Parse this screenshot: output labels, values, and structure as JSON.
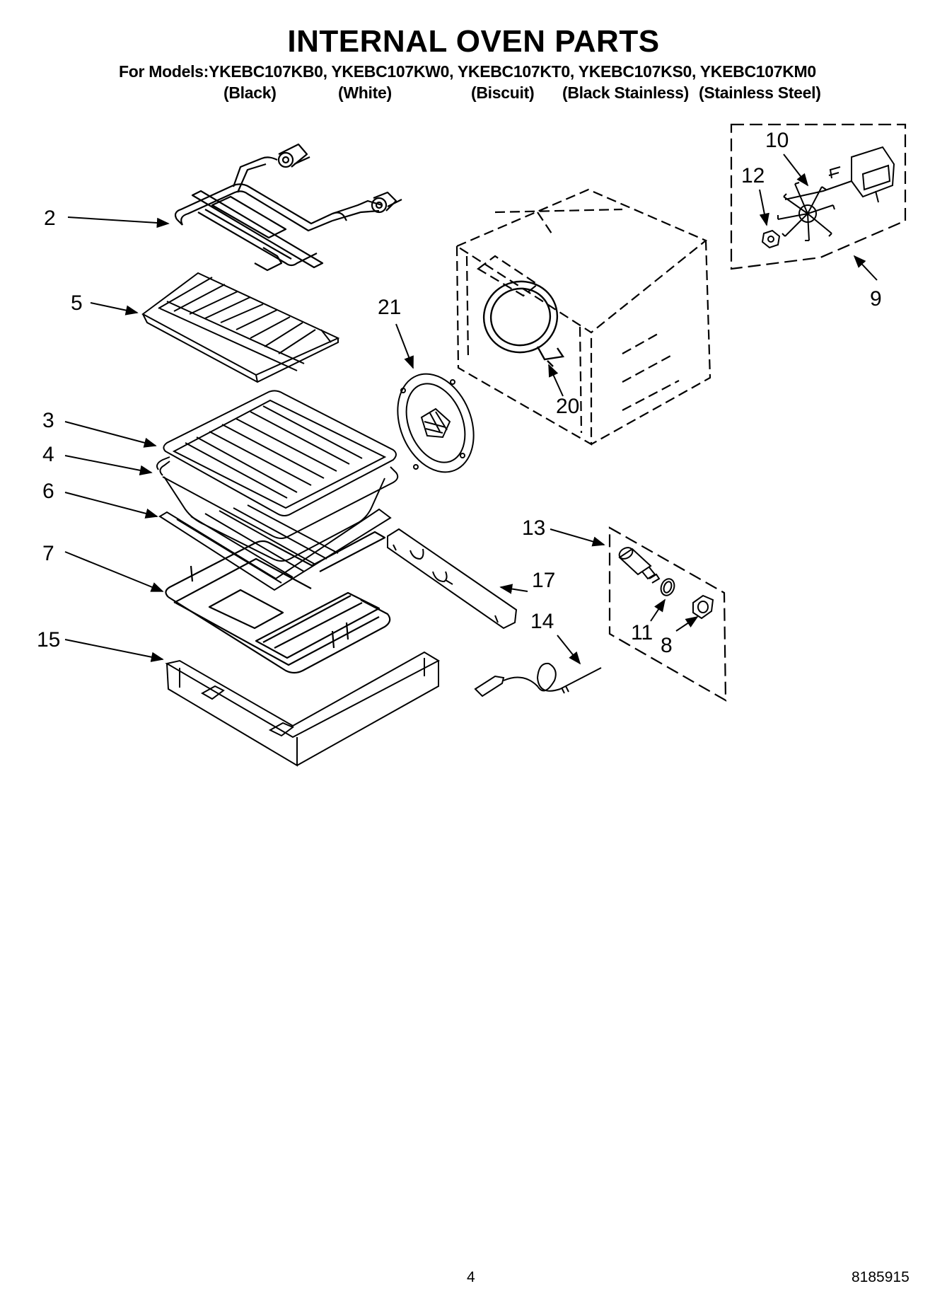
{
  "title": "INTERNAL OVEN PARTS",
  "models_line": "For Models:YKEBC107KB0, YKEBC107KW0, YKEBC107KT0, YKEBC107KS0, YKEBC107KM0",
  "colors": [
    "(Black)",
    "(White)",
    "(Biscuit)",
    "(Black Stainless)",
    "(Stainless Steel)"
  ],
  "callouts": {
    "c2": "2",
    "c5": "5",
    "c3": "3",
    "c4": "4",
    "c6": "6",
    "c7": "7",
    "c15": "15",
    "c21": "21",
    "c20": "20",
    "c10": "10",
    "c12": "12",
    "c9": "9",
    "c13": "13",
    "c17": "17",
    "c14": "14",
    "c11": "11",
    "c8": "8"
  },
  "page_number": "4",
  "document_number": "8185915"
}
